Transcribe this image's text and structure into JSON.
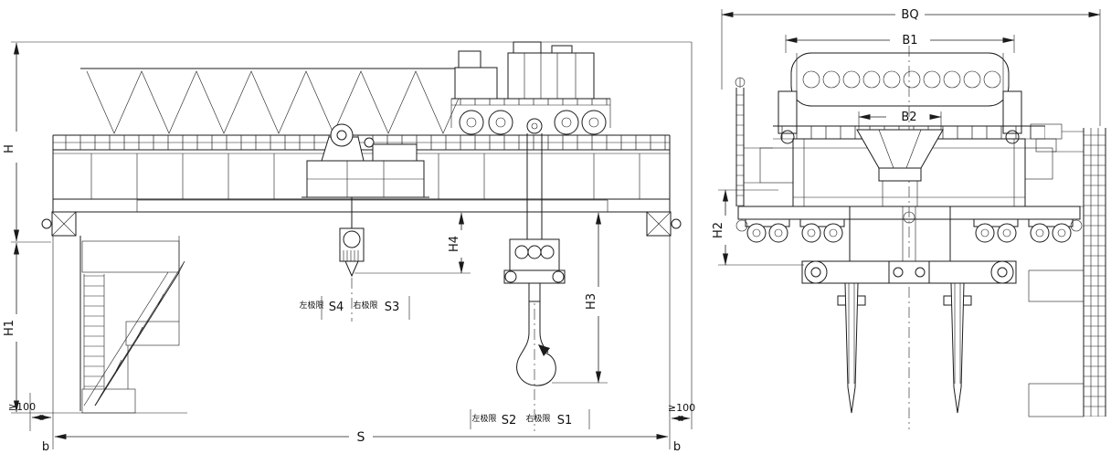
{
  "colors": {
    "line": "#1b1b1b",
    "background": "#ffffff"
  },
  "side_view": {
    "dims": {
      "H": "H",
      "H1": "H1",
      "H4": "H4",
      "H3": "H3",
      "S": "S",
      "b_left": "b",
      "b_right": "b",
      "clearance_left": "≥100",
      "clearance_right": "≥100"
    },
    "hook_limits_upper": {
      "left_label": "左极限",
      "left_value": "S4",
      "right_label": "右极限",
      "right_value": "S3"
    },
    "hook_limits_lower": {
      "left_label": "左极限",
      "left_value": "S2",
      "right_label": "右极限",
      "right_value": "S1"
    }
  },
  "end_view": {
    "dims": {
      "BQ": "BQ",
      "B1": "B1",
      "B2": "B2",
      "H2": "H2"
    }
  }
}
